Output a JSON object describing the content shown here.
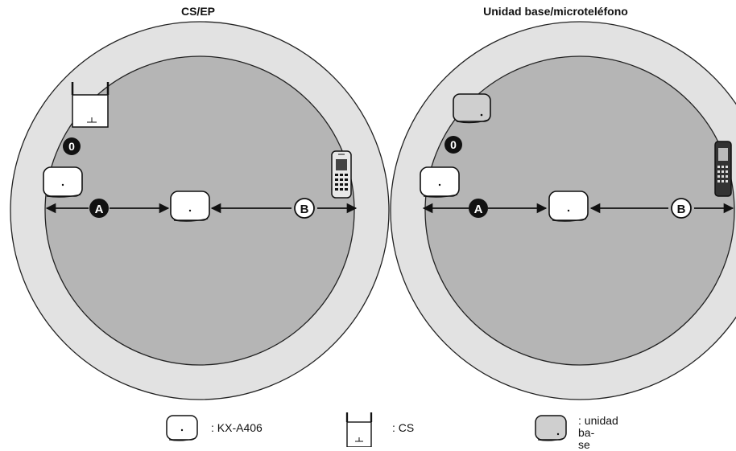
{
  "titles": {
    "left": "CS/EP",
    "right": "Unidad base/microteléfono"
  },
  "markers": {
    "zero": "0",
    "a": "A",
    "b": "B"
  },
  "legend": {
    "kx_label": ": KX-A406",
    "cs_label": ": CS",
    "base_label": ": unidad ba-\nse"
  },
  "colors": {
    "outer_zone": "#e2e2e2",
    "inner_zone": "#b5b5b5",
    "device_body": "#ffffff",
    "base_unit_body": "#cfcfcf",
    "stroke": "#111111"
  }
}
